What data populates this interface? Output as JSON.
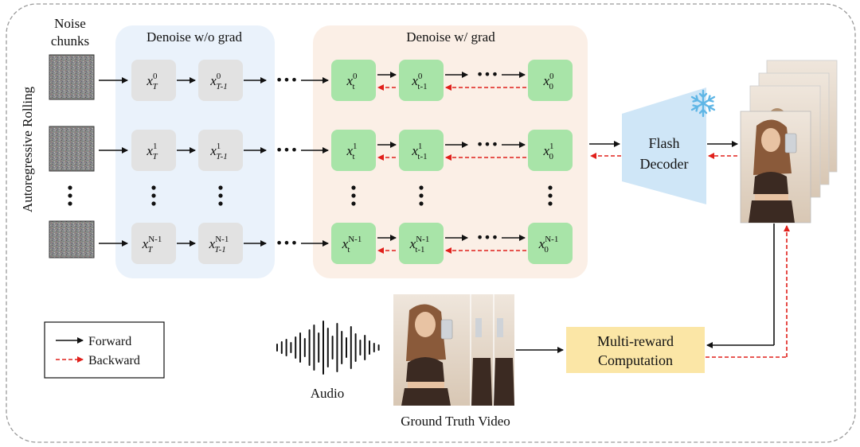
{
  "colors": {
    "gray_node": "#e2e2e2",
    "green_node": "#a8e4a8",
    "blue_region": "#eaf2fb",
    "peach_region": "#fbefe6",
    "decoder": "#cfe6f7",
    "reward_box": "#fbe6a6",
    "backward_arrow": "#e0201b",
    "forward_arrow": "#111111"
  },
  "labels": {
    "noise_line1": "Noise",
    "noise_line2": "chunks",
    "side_label": "Autoregressive Rolling",
    "denoise_no_grad": "Denoise w/o grad",
    "denoise_grad": "Denoise w/ grad",
    "decoder_line1": "Flash",
    "decoder_line2": "Decoder",
    "reward_line1": "Multi-reward",
    "reward_line2": "Computation",
    "audio": "Audio",
    "ground_truth": "Ground Truth Video",
    "legend_forward": "Forward",
    "legend_backward": "Backward",
    "ellipsis": "•••"
  },
  "rows": [
    {
      "sup": "0",
      "nodes": [
        {
          "base": "x",
          "sub": "T"
        },
        {
          "base": "x",
          "sub": "T-1"
        },
        {
          "base": "x",
          "sub": "t"
        },
        {
          "base": "x",
          "sub": "t-1"
        },
        {
          "base": "x",
          "sub": "0"
        }
      ]
    },
    {
      "sup": "1",
      "nodes": [
        {
          "base": "x",
          "sub": "T"
        },
        {
          "base": "x",
          "sub": "T-1"
        },
        {
          "base": "x",
          "sub": "t"
        },
        {
          "base": "x",
          "sub": "t-1"
        },
        {
          "base": "x",
          "sub": "0"
        }
      ]
    },
    {
      "sup": "N-1",
      "nodes": [
        {
          "base": "x",
          "sub": "T"
        },
        {
          "base": "x",
          "sub": "T-1"
        },
        {
          "base": "x",
          "sub": "t"
        },
        {
          "base": "x",
          "sub": "t-1"
        },
        {
          "base": "x",
          "sub": "0"
        }
      ]
    }
  ],
  "icons": {
    "snowflake": "snowflake-icon",
    "noise": "noise-texture",
    "waveform": "audio-waveform-icon",
    "video": "video-frame-thumbnail"
  }
}
